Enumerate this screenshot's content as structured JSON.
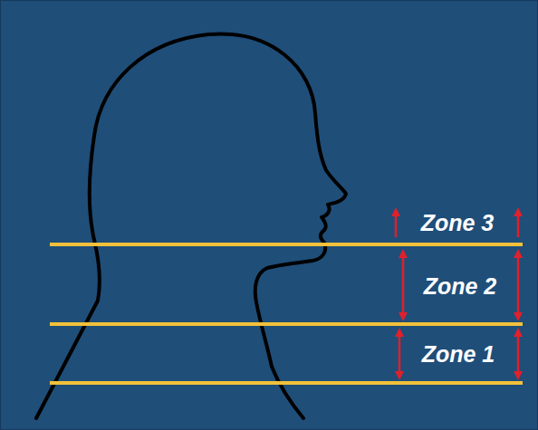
{
  "diagram": {
    "labels": [
      "Zone 3",
      "Zone 2",
      "Zone 1"
    ]
  }
}
